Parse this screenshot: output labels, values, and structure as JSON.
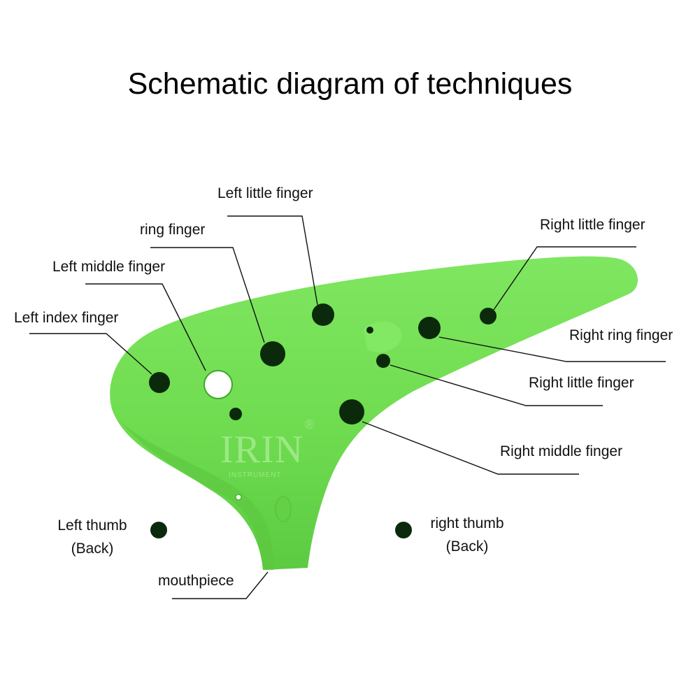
{
  "title": "Schematic diagram of techniques",
  "brand": {
    "logo": "IRIN",
    "sub": "INSTRUMENT",
    "registered": "®"
  },
  "labels": {
    "left_little": "Left little finger",
    "ring": "ring finger",
    "left_middle": "Left middle finger",
    "left_index": "Left index finger",
    "right_little_top": "Right little finger",
    "right_ring": "Right ring finger",
    "right_little_mid": "Right little finger",
    "right_middle": "Right middle finger",
    "left_thumb": "Left thumb",
    "left_thumb_note": "(Back)",
    "right_thumb": "right thumb",
    "right_thumb_note": "(Back)",
    "mouthpiece": "mouthpiece"
  },
  "colors": {
    "body": "#6fdc50",
    "body_shade": "#58c43d",
    "hole": "#0b2a0b",
    "leader": "#111111"
  }
}
